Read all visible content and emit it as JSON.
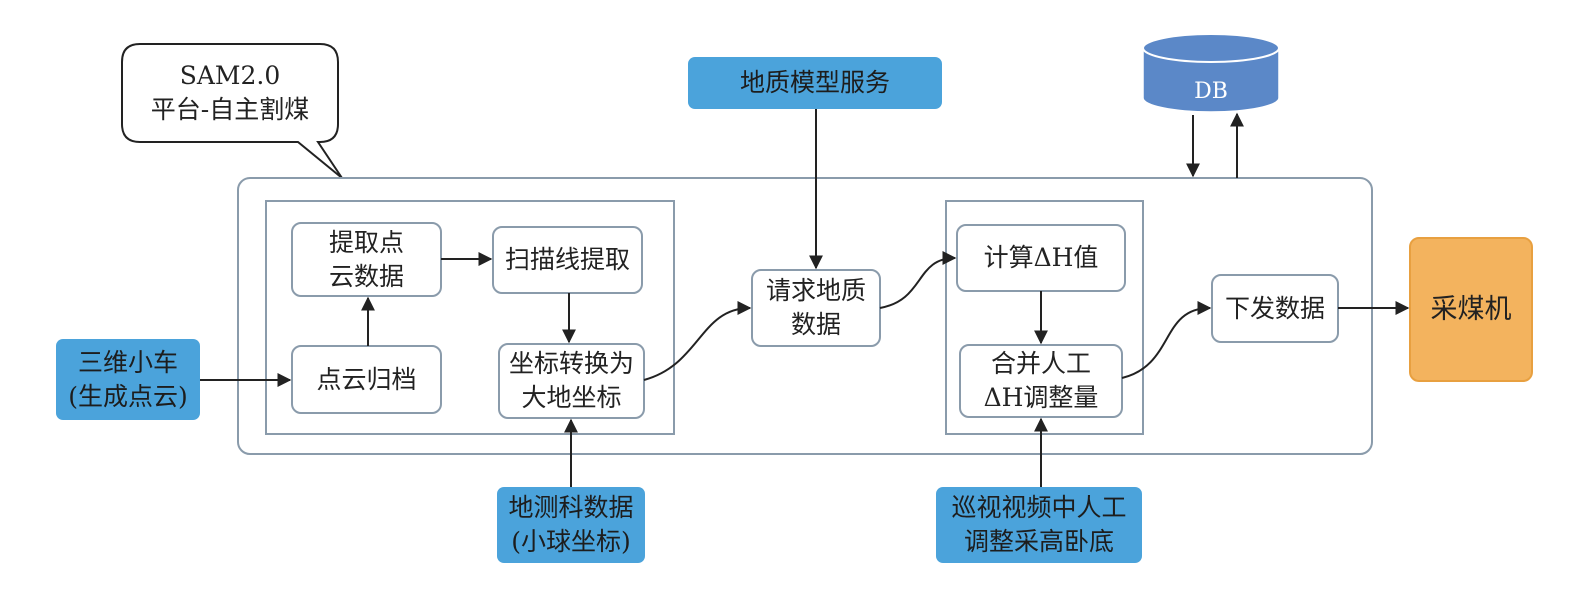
{
  "callout": {
    "line1": "SAM2.0",
    "line2": "平台-自主割煤"
  },
  "database": {
    "label": "DB"
  },
  "inputs": {
    "geo_model_service": "地质模型服务",
    "cart": {
      "line1": "三维小车",
      "line2": "(生成点云)"
    },
    "survey_data": {
      "line1": "地测科数据",
      "line2": "(小球坐标)"
    },
    "video_adjust": {
      "line1": "巡视视频中人工",
      "line2": "调整采高卧底"
    }
  },
  "process": {
    "extract_point_cloud": {
      "line1": "提取点",
      "line2": "云数据"
    },
    "scanline_extract": "扫描线提取",
    "point_cloud_archive": "点云归档",
    "coord_transform": {
      "line1": "坐标转换为",
      "line2": "大地坐标"
    },
    "request_geo_data": {
      "line1": "请求地质",
      "line2": "数据"
    },
    "compute_dh": "计算ΔH值",
    "merge_manual": {
      "line1": "合并人工",
      "line2": "ΔH调整量"
    },
    "dispatch_data": "下发数据"
  },
  "output": {
    "shearer": "采煤机"
  },
  "colors": {
    "input_fill": "#4ba3db",
    "output_fill": "#f3b35e",
    "output_stroke": "#e8a040",
    "db_fill": "#5b88c8",
    "box_stroke": "#8a9bab",
    "arrow": "#222222"
  }
}
